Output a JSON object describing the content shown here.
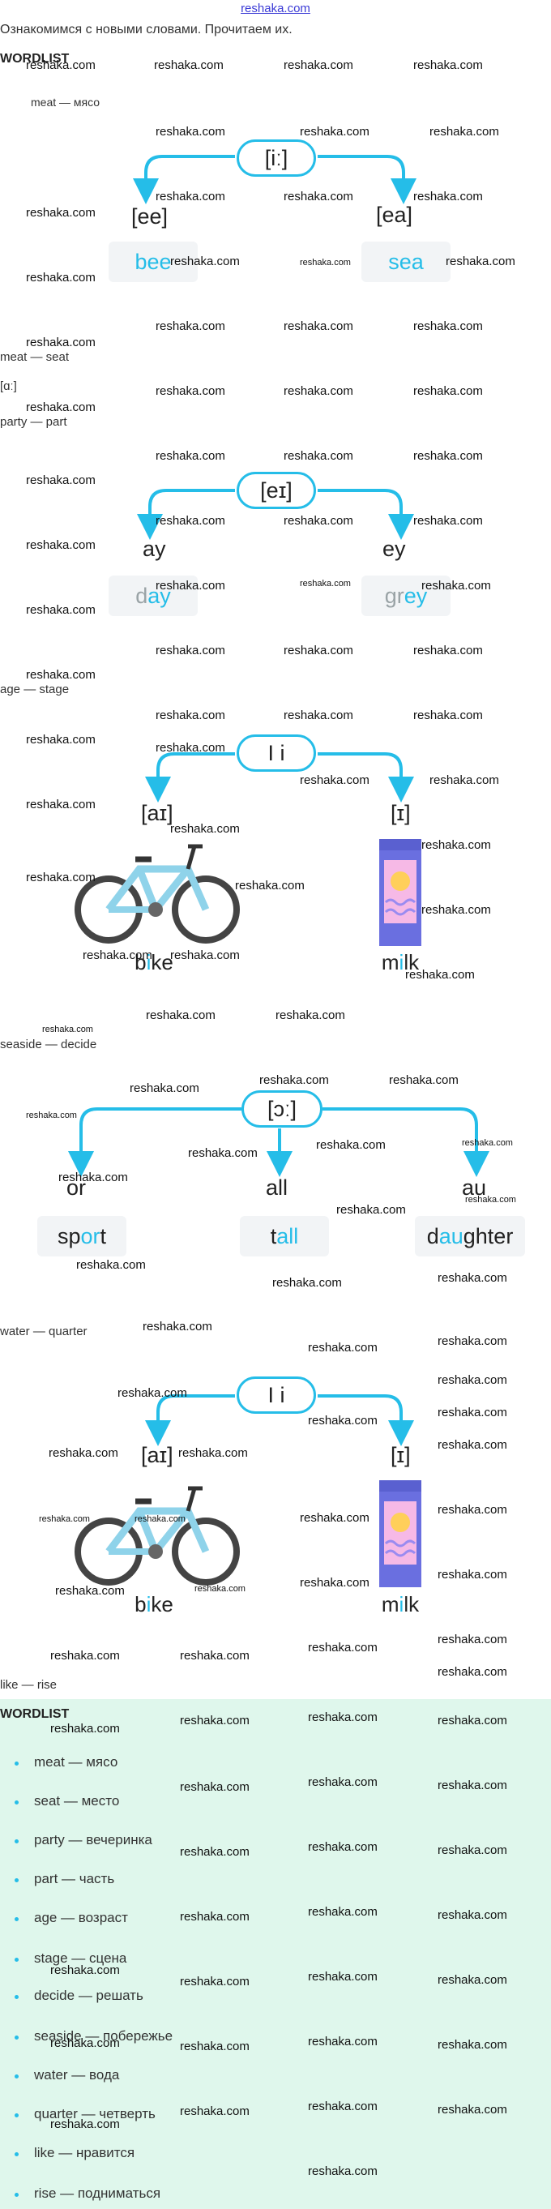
{
  "site_link": "reshaka.com",
  "intro": "Ознакомимся с новыми словами. Прочитаем их.",
  "wordlist_heading": "WORDLIST",
  "top_partial": "meat — мясо",
  "watermark": "reshaka.com",
  "sections": {
    "s1": {
      "sound": "[iː]",
      "left": "[ee]",
      "right": "[ea]",
      "left_word_hl": "bee",
      "right_word_hl": "sea",
      "caption": "meat — seat"
    },
    "s2_label": "[ɑː]",
    "s2_caption": "party — part",
    "s3": {
      "sound": "[eɪ]",
      "left": "ay",
      "right": "ey",
      "left_word_pre": "d",
      "left_word_hl": "ay",
      "right_word_pre": "gr",
      "right_word_hl": "ey",
      "caption": "age — stage"
    },
    "s4": {
      "sound": "I i",
      "left": "[aɪ]",
      "right": "[ɪ]",
      "left_word_pre": "b",
      "left_word_hl": "i",
      "left_word_post": "ke",
      "right_word_pre": "m",
      "right_word_hl": "i",
      "right_word_post": "lk",
      "caption": "seaside — decide"
    },
    "s5": {
      "sound": "[ɔː]",
      "left": "or",
      "mid": "all",
      "right": "au",
      "w1_pre": "sp",
      "w1_hl": "or",
      "w1_post": "t",
      "w2_pre": "t",
      "w2_hl": "all",
      "w3_pre": "d",
      "w3_hl": "au",
      "w3_post": "ghter",
      "caption": "water — quarter"
    },
    "s6": {
      "sound": "I i",
      "left": "[aɪ]",
      "right": "[ɪ]",
      "left_word_pre": "b",
      "left_word_hl": "i",
      "left_word_post": "ke",
      "right_word_pre": "m",
      "right_word_hl": "i",
      "right_word_post": "lk",
      "caption": "like — rise"
    }
  },
  "wordlist": {
    "heading": "WORDLIST",
    "items": [
      "meat — мясо",
      "seat — место",
      "party — вечеринка",
      "part — часть",
      "age — возраст",
      "stage — сцена",
      "decide — решать",
      "seaside — побережье",
      "water — вода",
      "quarter — четверть",
      "like — нравится",
      "rise — подниматься"
    ]
  },
  "colors": {
    "accent": "#25bde8",
    "wordlist_bg": "#dff7ec",
    "link": "#3b3bd6"
  }
}
